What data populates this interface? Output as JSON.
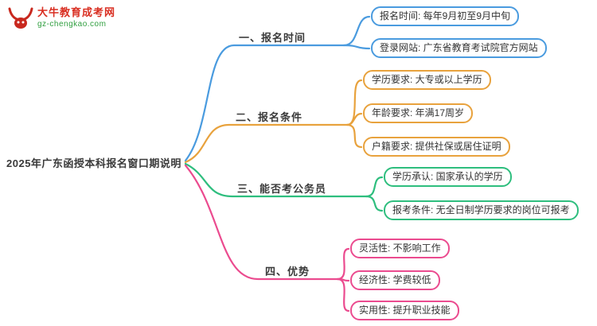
{
  "logo": {
    "brand": "大牛教育成考网",
    "domain": "gz-chengkao.com"
  },
  "central": {
    "title": "2025年广东函授本科报名窗口期说明"
  },
  "branches": [
    {
      "label": "一、报名时间",
      "color": "#4a9bdf",
      "children": [
        {
          "text": "报名时间: 每年9月初至9月中旬"
        },
        {
          "text": "登录网站: 广东省教育考试院官方网站"
        }
      ]
    },
    {
      "label": "二、报名条件",
      "color": "#e8a23d",
      "children": [
        {
          "text": "学历要求: 大专或以上学历"
        },
        {
          "text": "年龄要求: 年满17周岁"
        },
        {
          "text": "户籍要求: 提供社保或居住证明"
        }
      ]
    },
    {
      "label": "三、能否考公务员",
      "color": "#2ebe7e",
      "children": [
        {
          "text": "学历承认: 国家承认的学历"
        },
        {
          "text": "报考条件: 无全日制学历要求的岗位可报考"
        }
      ]
    },
    {
      "label": "四、优势",
      "color": "#eb4b8f",
      "children": [
        {
          "text": "灵活性: 不影响工作"
        },
        {
          "text": "经济性: 学费较低"
        },
        {
          "text": "实用性: 提升职业技能"
        }
      ]
    }
  ]
}
